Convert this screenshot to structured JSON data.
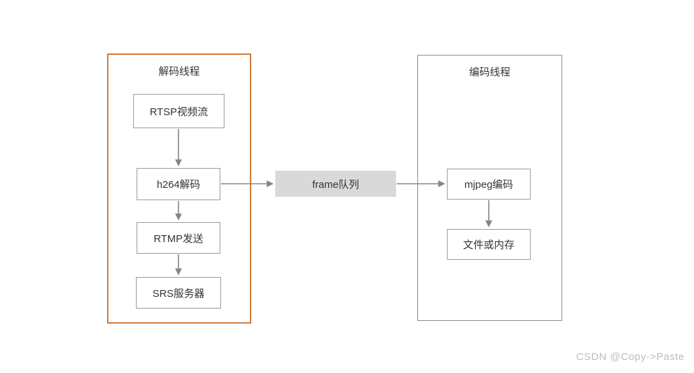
{
  "diagram": {
    "decode_container": {
      "title": "解码线程",
      "nodes": [
        {
          "label": "RTSP视频流"
        },
        {
          "label": "h264解码"
        },
        {
          "label": "RTMP发送"
        },
        {
          "label": "SRS服务器"
        }
      ]
    },
    "queue_node": {
      "label": "frame队列"
    },
    "encode_container": {
      "title": "编码线程",
      "nodes": [
        {
          "label": "mjpeg编码"
        },
        {
          "label": "文件或内存"
        }
      ]
    },
    "colors": {
      "decode_container_border": "#d2793b",
      "encode_container_border": "#8c8c8c",
      "node_border": "#999999",
      "queue_fill": "#d9d9d9",
      "arrow": "#848484",
      "text": "#333333",
      "watermark": "#bdbdbd"
    }
  },
  "watermark": {
    "text": "CSDN @Copy->Paste"
  }
}
